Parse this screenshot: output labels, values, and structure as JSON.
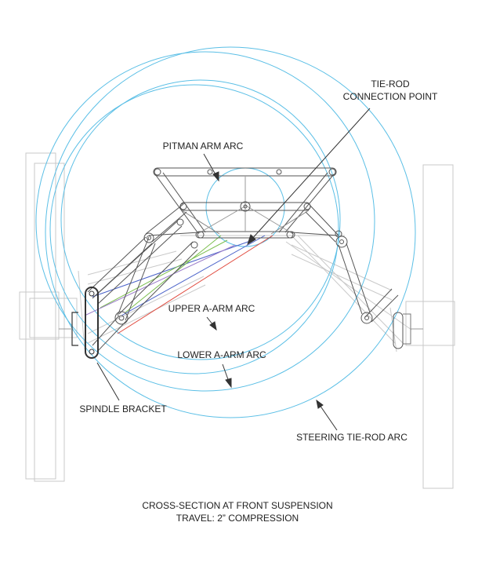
{
  "labels": {
    "tie_rod_line1": "TIE-ROD",
    "tie_rod_line2": "CONNECTION POINT",
    "pitman": "PITMAN ARM ARC",
    "upper": "UPPER A-ARM ARC",
    "lower": "LOWER A-ARM ARC",
    "spindle": "SPINDLE BRACKET",
    "steering": "STEERING TIE-ROD ARC"
  },
  "caption": {
    "line1": "CROSS-SECTION AT FRONT SUSPENSION",
    "line2": "TRAVEL: 2” COMPRESSION"
  },
  "colors": {
    "arc": "#5bbfe6",
    "line": "#555555",
    "ghost": "#c4c4c4",
    "red": "#e0483c",
    "green": "#7cbf4f",
    "blue": "#4a62c9",
    "text": "#222222"
  }
}
